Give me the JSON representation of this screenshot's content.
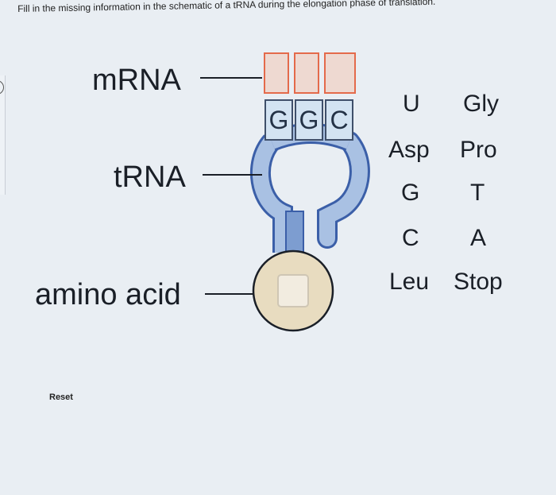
{
  "instructions": "Fill in the missing information in the schematic of a tRNA during the elongation phase of translation.",
  "labels": {
    "mrna": "mRNA",
    "trna": "tRNA",
    "amino_acid": "amino acid"
  },
  "mrna_codon_slots": [
    "",
    "",
    ""
  ],
  "anticodon": [
    "G",
    "G",
    "C"
  ],
  "answer_options": {
    "left": [
      "U",
      "Asp",
      "G",
      "C",
      "Leu"
    ],
    "right": [
      "Gly",
      "Pro",
      "T",
      "A",
      "Stop"
    ]
  },
  "reset_label": "Reset",
  "colors": {
    "mrna_fill": "#eed9d1",
    "mrna_border": "#e46a4b",
    "trna_fill": "#9fb9de",
    "trna_border": "#3b5fa8",
    "amino_acid_fill": "#e8dcc0"
  }
}
